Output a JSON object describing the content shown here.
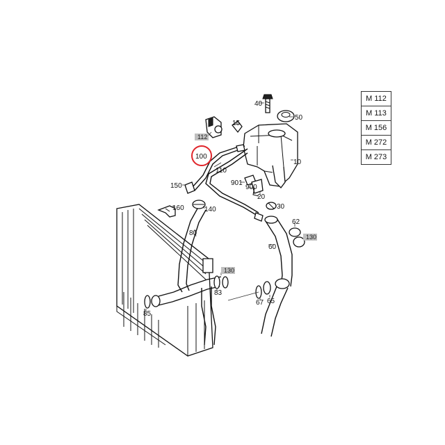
{
  "engine_codes": [
    "M 112",
    "M 113",
    "M 156",
    "M 272",
    "M 273"
  ],
  "highlight_color": "#e0252b",
  "tag_color": "#bfbfbf",
  "highlighted_part": "100",
  "callouts": {
    "c40": "40",
    "c50": "50",
    "c15": "15",
    "c112": "112",
    "c10": "10",
    "c100": "100",
    "c110": "110",
    "c900": "900",
    "c901": "901",
    "c150": "150",
    "c20": "20",
    "c30": "30",
    "c160": "160",
    "c140": "140",
    "c62": "62",
    "c130a": "130",
    "c80": "80",
    "c60": "60",
    "c130b": "130",
    "c83": "83",
    "c85": "85",
    "c67": "67",
    "c65": "65"
  }
}
